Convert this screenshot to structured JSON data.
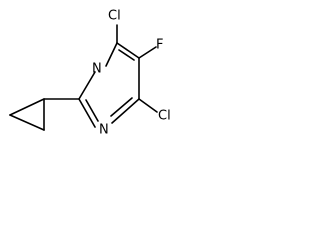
{
  "molecule": {
    "atoms": {
      "cl_top": "Cl",
      "f": "F",
      "n_top": "N",
      "n_bottom": "N",
      "cl_bottom": "Cl"
    }
  },
  "colors": {
    "bond": "#000000",
    "text": "#000000",
    "background": "#ffffff"
  }
}
